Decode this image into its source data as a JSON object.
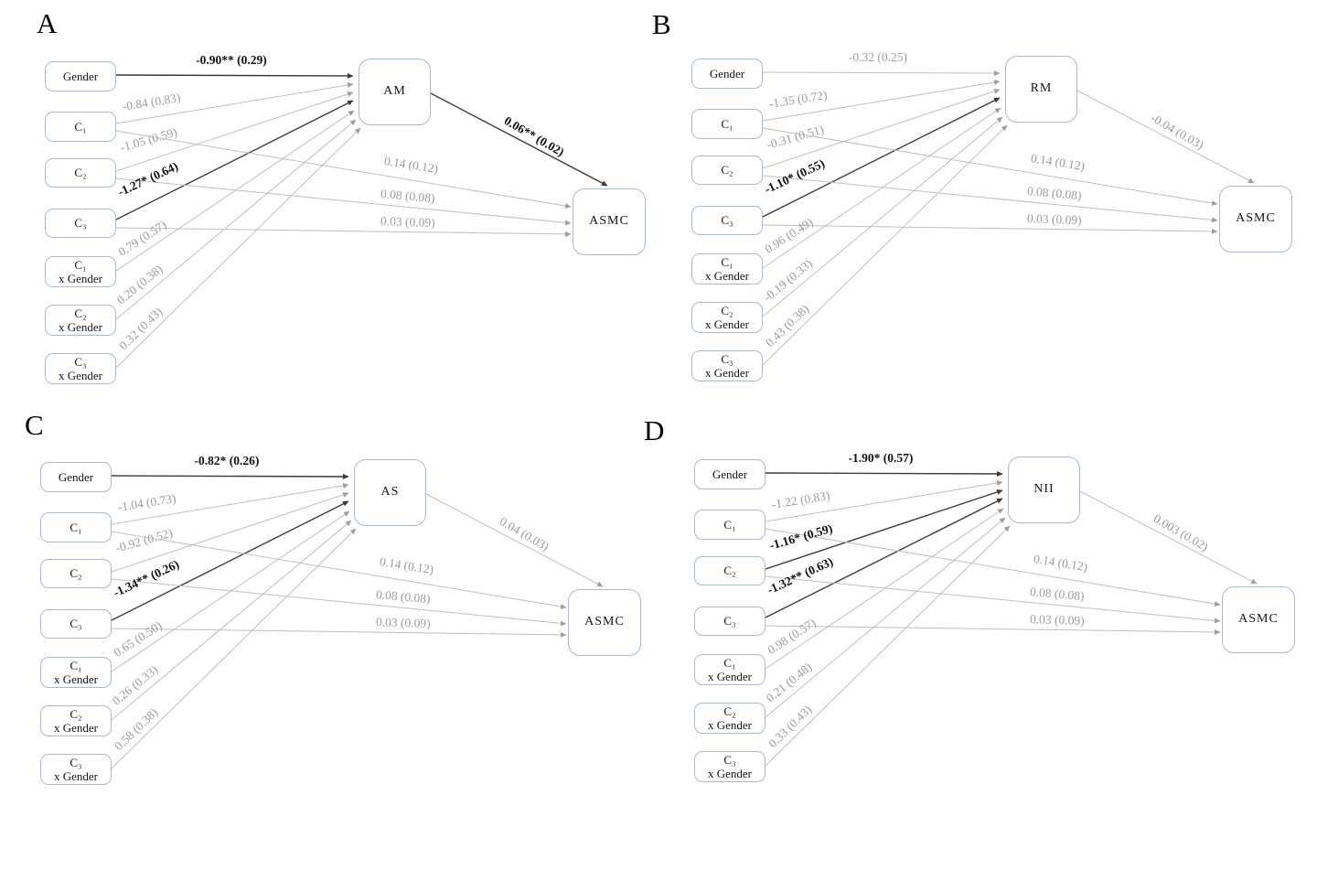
{
  "figure": {
    "colors": {
      "box_border": "#a4bcd4",
      "line_nonsignificant": "#bfbfbf",
      "line_significant": "#3a3a3a",
      "label_nonsignificant": "#9c9c9c",
      "label_significant": "#111111"
    },
    "panels": [
      {
        "letter": "A",
        "mediator": "AM",
        "outcome": "ASMC",
        "sources": [
          "Gender",
          "C₁",
          "C₂",
          "C₃",
          "C₁\nx Gender",
          "C₂\nx Gender",
          "C₃\nx Gender"
        ],
        "paths": {
          "gender_med": {
            "label": "-0.90** (0.29)",
            "significant": true
          },
          "c1_med": {
            "label": "-0.84 (0.83)",
            "significant": false
          },
          "c2_med": {
            "label": "-1.05 (0.59)",
            "significant": false
          },
          "c3_med": {
            "label": "-1.27* (0.64)",
            "significant": true
          },
          "c1g_med": {
            "label": "0.79 (0.57)",
            "significant": false
          },
          "c2g_med": {
            "label": "0.20 (0.38)",
            "significant": false
          },
          "c3g_med": {
            "label": "0.32 (0.43)",
            "significant": false
          },
          "med_out": {
            "label": "0.06** (0.02)",
            "significant": true
          },
          "c1_out": {
            "label": "0.14 (0.12)",
            "significant": false
          },
          "c2_out": {
            "label": "0.08 (0.08)",
            "significant": false
          },
          "c3_out": {
            "label": "0.03 (0.09)",
            "significant": false
          }
        }
      },
      {
        "letter": "B",
        "mediator": "RM",
        "outcome": "ASMC",
        "sources": [
          "Gender",
          "C₁",
          "C₂",
          "C₃",
          "C₁\nx Gender",
          "C₂\nx Gender",
          "C₃\nx Gender"
        ],
        "paths": {
          "gender_med": {
            "label": "-0.32 (0.25)",
            "significant": false
          },
          "c1_med": {
            "label": "-1.35 (0.72)",
            "significant": false
          },
          "c2_med": {
            "label": "-0.31 (0.51)",
            "significant": false
          },
          "c3_med": {
            "label": "-1.10* (0.55)",
            "significant": true
          },
          "c1g_med": {
            "label": "0.96 (0.49)",
            "significant": false
          },
          "c2g_med": {
            "label": "-0.19 (0.33)",
            "significant": false
          },
          "c3g_med": {
            "label": "0.43 (0.38)",
            "significant": false
          },
          "med_out": {
            "label": "-0.04 (0.03)",
            "significant": false
          },
          "c1_out": {
            "label": "0.14 (0.12)",
            "significant": false
          },
          "c2_out": {
            "label": "0.08 (0.08)",
            "significant": false
          },
          "c3_out": {
            "label": "0.03 (0.09)",
            "significant": false
          }
        }
      },
      {
        "letter": "C",
        "mediator": "AS",
        "outcome": "ASMC",
        "sources": [
          "Gender",
          "C₁",
          "C₂",
          "C₃",
          "C₁\nx Gender",
          "C₂\nx Gender",
          "C₃\nx Gender"
        ],
        "paths": {
          "gender_med": {
            "label": "-0.82* (0.26)",
            "significant": true
          },
          "c1_med": {
            "label": "-1.04 (0.73)",
            "significant": false
          },
          "c2_med": {
            "label": "-0.92 (0.52)",
            "significant": false
          },
          "c3_med": {
            "label": "-1.34** (0.26)",
            "significant": true
          },
          "c1g_med": {
            "label": "0.65 (0.50)",
            "significant": false
          },
          "c2g_med": {
            "label": "0.26 (0.33)",
            "significant": false
          },
          "c3g_med": {
            "label": "0.58 (0.38)",
            "significant": false
          },
          "med_out": {
            "label": "0.04 (0.03)",
            "significant": false
          },
          "c1_out": {
            "label": "0.14 (0.12)",
            "significant": false
          },
          "c2_out": {
            "label": "0.08 (0.08)",
            "significant": false
          },
          "c3_out": {
            "label": "0.03 (0.09)",
            "significant": false
          }
        }
      },
      {
        "letter": "D",
        "mediator": "NII",
        "outcome": "ASMC",
        "sources": [
          "Gender",
          "C₁",
          "C₂",
          "C₃",
          "C₁\nx Gender",
          "C₂\nx Gender",
          "C₃\nx Gender"
        ],
        "paths": {
          "gender_med": {
            "label": "-1.90* (0.57)",
            "significant": true
          },
          "c1_med": {
            "label": "-1.22 (0.83)",
            "significant": false
          },
          "c2_med": {
            "label": "-1.16* (0.59)",
            "significant": true
          },
          "c3_med": {
            "label": "-1.32** (0.63)",
            "significant": true
          },
          "c1g_med": {
            "label": "0.98 (0.57)",
            "significant": false
          },
          "c2g_med": {
            "label": "0.21 (0.48)",
            "significant": false
          },
          "c3g_med": {
            "label": "0.33 (0.43)",
            "significant": false
          },
          "med_out": {
            "label": "0.003 (0.02)",
            "significant": false
          },
          "c1_out": {
            "label": "0.14 (0.12)",
            "significant": false
          },
          "c2_out": {
            "label": "0.08 (0.08)",
            "significant": false
          },
          "c3_out": {
            "label": "0.03 (0.09)",
            "significant": false
          }
        }
      }
    ]
  }
}
